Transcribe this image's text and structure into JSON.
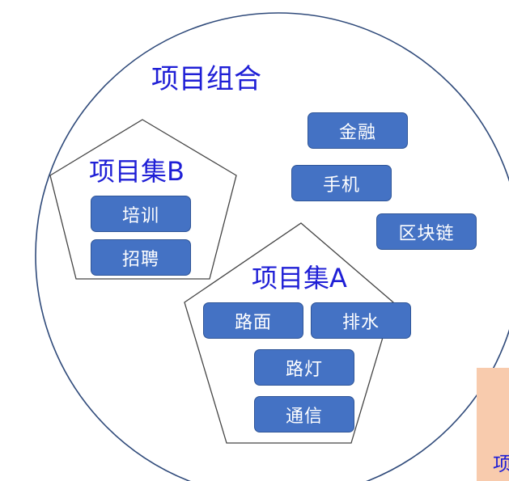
{
  "portfolio": {
    "title": "项目组合",
    "standalone_projects": [
      "金融",
      "手机",
      "区块链"
    ]
  },
  "program_b": {
    "title": "项目集B",
    "projects": [
      "培训",
      "招聘"
    ]
  },
  "program_a": {
    "title": "项目集A",
    "projects": [
      "路面",
      "排水",
      "路灯",
      "通信"
    ]
  },
  "cropped_shape": {
    "text": "项"
  },
  "colors": {
    "box_fill": "#4472c4",
    "box_border": "#2f5597",
    "title_text": "#1f1fd6",
    "outline": "#2f4a7a",
    "cropped_fill": "#f8cbad"
  }
}
